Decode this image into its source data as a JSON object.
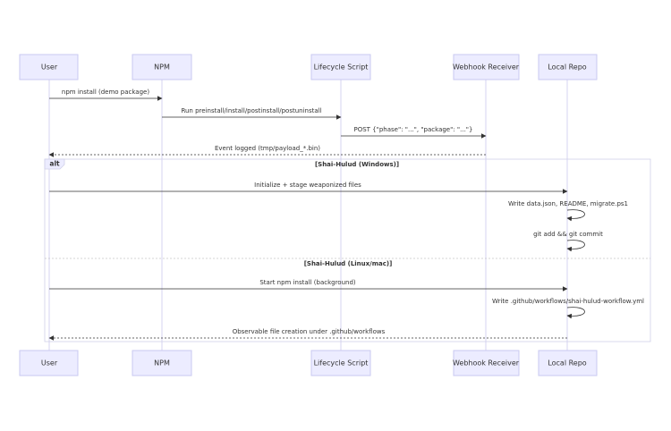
{
  "actors": [
    {
      "id": "user",
      "label": "User"
    },
    {
      "id": "npm",
      "label": "NPM"
    },
    {
      "id": "lifecycle",
      "label": "Lifecycle Script"
    },
    {
      "id": "webhook",
      "label": "Webhook Receiver"
    },
    {
      "id": "repo",
      "label": "Local Repo"
    }
  ],
  "messages": [
    {
      "from": "user",
      "to": "npm",
      "label": "npm install (demo package)",
      "style": "solid"
    },
    {
      "from": "npm",
      "to": "lifecycle",
      "label": "Run preinstall/install/postinstall/postuninstall",
      "style": "solid"
    },
    {
      "from": "lifecycle",
      "to": "webhook",
      "label": "POST {\"phase\": \"...\", \"package\": \"...\"}",
      "style": "solid"
    },
    {
      "from": "webhook",
      "to": "user",
      "label": "Event logged (tmp/payload_*.bin)",
      "style": "dotted"
    },
    {
      "from": "user",
      "to": "repo",
      "label": "Initialize + stage weaponized files",
      "style": "solid"
    },
    {
      "from": "repo",
      "to": "repo",
      "label": "Write data.json, README, migrate.ps1",
      "style": "self"
    },
    {
      "from": "repo",
      "to": "repo",
      "label": "git add && git commit",
      "style": "self"
    },
    {
      "from": "user",
      "to": "repo",
      "label": "Start npm install (background)",
      "style": "solid"
    },
    {
      "from": "repo",
      "to": "repo",
      "label": "Write .github/workflows/shai-hulud-workflow.yml",
      "style": "self"
    },
    {
      "from": "repo",
      "to": "user",
      "label": "Observable file creation under .github/workflows",
      "style": "dotted"
    }
  ],
  "alt_block": {
    "keyword": "alt",
    "sections": [
      {
        "condition": "[Shai-Hulud (Windows)]"
      },
      {
        "condition": "[Shai-Hulud (Linux/mac)]"
      }
    ]
  }
}
